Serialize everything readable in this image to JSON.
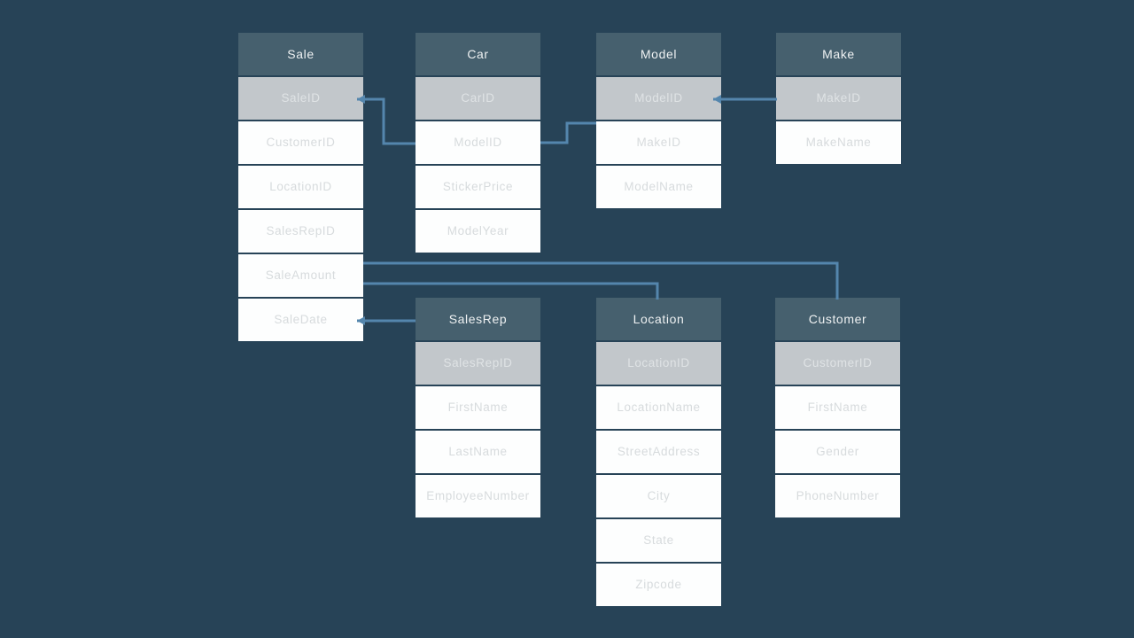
{
  "diagram": {
    "tables": [
      {
        "name": "Sale",
        "primary_key": "SaleID",
        "fields": [
          "CustomerID",
          "LocationID",
          "SalesRepID",
          "SaleAmount",
          "SaleDate"
        ]
      },
      {
        "name": "Car",
        "primary_key": "CarID",
        "fields": [
          "ModelID",
          "StickerPrice",
          "ModelYear"
        ]
      },
      {
        "name": "Model",
        "primary_key": "ModelID",
        "fields": [
          "MakeID",
          "ModelName"
        ]
      },
      {
        "name": "Make",
        "primary_key": "MakeID",
        "fields": [
          "MakeName"
        ]
      },
      {
        "name": "SalesRep",
        "primary_key": "SalesRepID",
        "fields": [
          "FirstName",
          "LastName",
          "EmployeeNumber"
        ]
      },
      {
        "name": "Location",
        "primary_key": "LocationID",
        "fields": [
          "LocationName",
          "StreetAddress",
          "City",
          "State",
          "Zipcode"
        ]
      },
      {
        "name": "Customer",
        "primary_key": "CustomerID",
        "fields": [
          "FirstName",
          "Gender",
          "PhoneNumber"
        ]
      }
    ],
    "relationships": [
      {
        "from": "Sale.SaleID",
        "to": "Car.ModelID"
      },
      {
        "from": "Car.ModelID",
        "to": "Model.ModelID"
      },
      {
        "from": "Model.ModelID",
        "to": "Make.MakeID"
      },
      {
        "from": "Sale.SaleAmount",
        "to": "Customer"
      },
      {
        "from": "Sale.SaleAmount",
        "to": "Location"
      },
      {
        "from": "Sale.SaleDate",
        "to": "SalesRep"
      }
    ]
  },
  "colors": {
    "background": "#274357",
    "table_header": "#46606e",
    "primary_key_row": "#c2c7cb",
    "field_row": "#fdfefe",
    "connector": "#5486ad",
    "header_text": "#eef1f2",
    "pk_text": "#dfe3e5",
    "field_text": "#d7dbdd"
  }
}
